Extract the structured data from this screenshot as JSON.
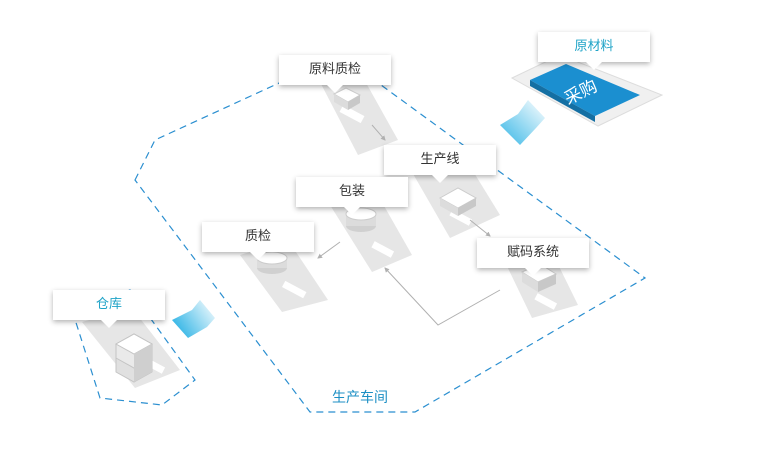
{
  "diagram": {
    "zone_label": "生产车间",
    "nodes": {
      "raw_material": "原材料",
      "purchase": "采购",
      "raw_inspection": "原料质检",
      "production_line": "生产线",
      "packaging": "包装",
      "quality_check": "质检",
      "coding_system": "赋码系统",
      "warehouse": "仓库"
    },
    "colors": {
      "zone_dash": "#2b8fd0",
      "purchase_fill": "#1b8fd0",
      "accent_text": "#1fa3c7",
      "arrow_gradient": "#35b6e6",
      "connector": "#b0b0b0",
      "platform": "#e6e6e6"
    }
  }
}
